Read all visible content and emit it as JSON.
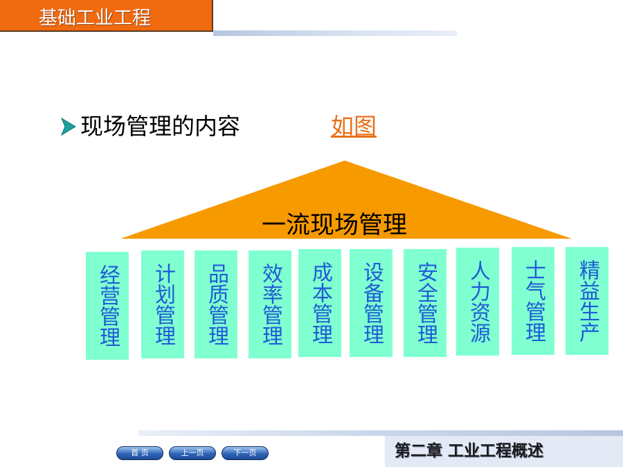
{
  "header": {
    "title": "基础工业工程"
  },
  "bullet": {
    "text": "现场管理的内容",
    "link": "如图"
  },
  "diagram": {
    "roof_label": "一流现场管理",
    "pillars": [
      "经营管理",
      "计划管理",
      "品质管理",
      "效率管理",
      "成本管理",
      "设备管理",
      "安全管理",
      "人力资源",
      "士气管理",
      "精益生产"
    ]
  },
  "nav": {
    "home": "首 页",
    "prev": "上一页",
    "next": "下一页"
  },
  "footer": {
    "chapter": "第二章 工业工程概述"
  },
  "colors": {
    "title_bg": "#f06a10",
    "roof": "#f79a00",
    "pillar_bg": "#80ffd0",
    "pillar_text": "#1f5bd6",
    "link": "#e8701a",
    "arrow": "#1fa0a0"
  }
}
